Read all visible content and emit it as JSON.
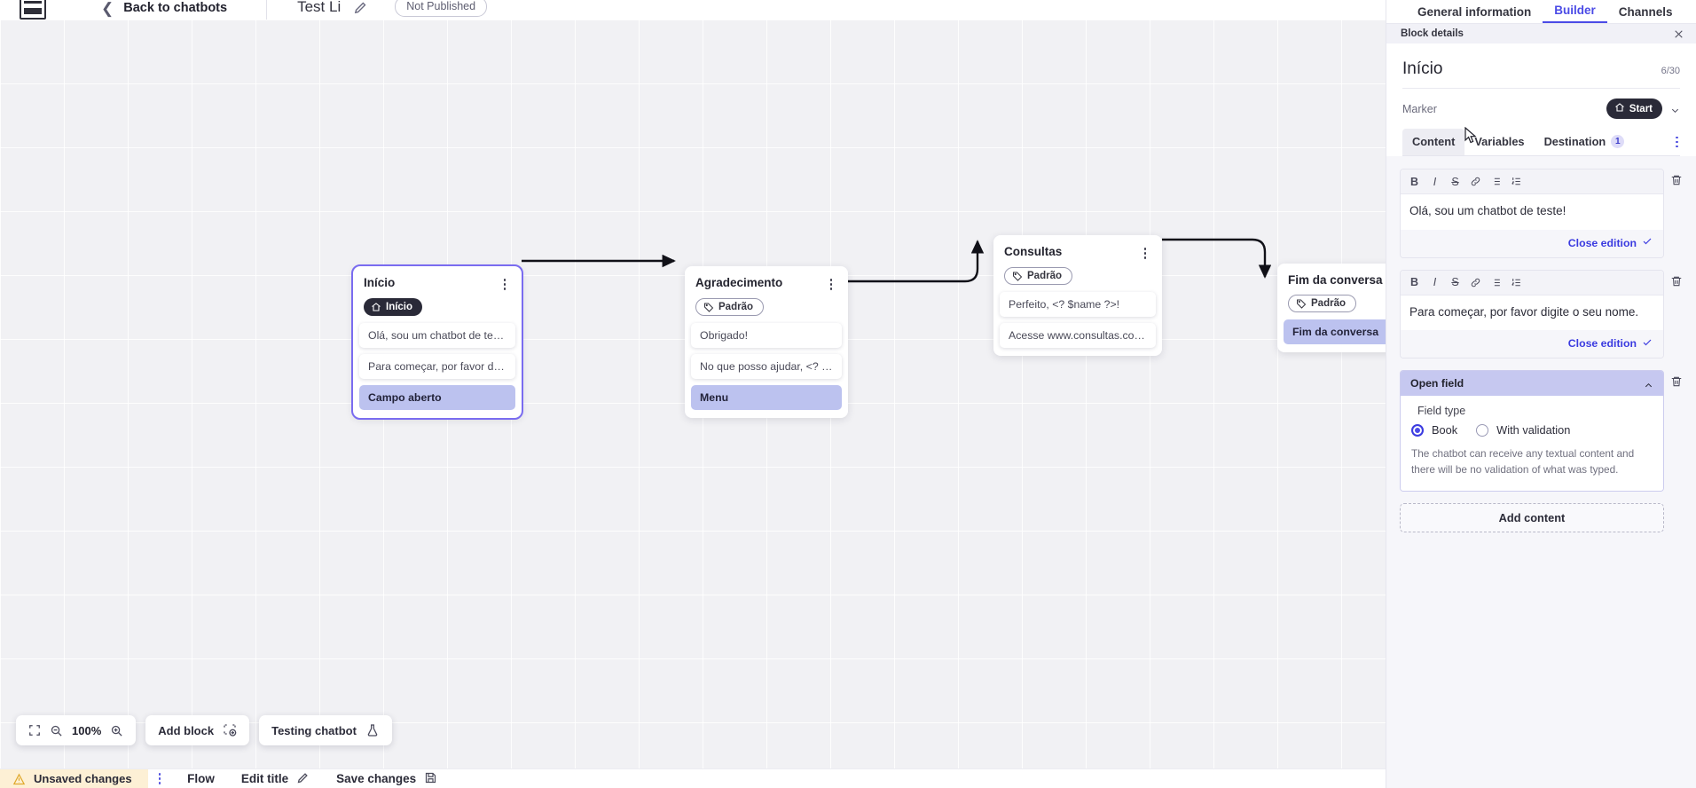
{
  "topbar": {
    "logo_name": "app-logo",
    "back_label": "Back to chatbots",
    "bot_title": "Test Li",
    "status_badge": "Not Published"
  },
  "panel": {
    "tabs": [
      {
        "label": "General information",
        "active": false
      },
      {
        "label": "Builder",
        "active": true
      },
      {
        "label": "Channels",
        "active": false
      }
    ],
    "subhead_title": "Block details",
    "block_title": "Início",
    "char_count": "6/30",
    "marker_label": "Marker",
    "marker_value": "Start",
    "content_tabs": [
      {
        "label": "Content",
        "badge": "",
        "active": true
      },
      {
        "label": "Variables",
        "badge": "",
        "active": false
      },
      {
        "label": "Destination",
        "badge": "1",
        "active": false
      }
    ],
    "editors": [
      {
        "text": "Olá, sou um chatbot de teste!",
        "close_label": "Close edition",
        "toolbar": [
          "B",
          "I",
          "S",
          "link",
          "bullet-list",
          "numbered-list"
        ]
      },
      {
        "text": "Para começar, por favor digite o seu nome.",
        "close_label": "Close edition",
        "toolbar": [
          "B",
          "I",
          "S",
          "link",
          "bullet-list",
          "numbered-list"
        ]
      }
    ],
    "open_field": {
      "header": "Open field",
      "field_type_label": "Field type",
      "options": [
        {
          "label": "Book",
          "selected": true
        },
        {
          "label": "With validation",
          "selected": false
        }
      ],
      "description": "The chatbot can receive any textual content and there will be no validation of what was typed."
    },
    "add_content_label": "Add content"
  },
  "canvas": {
    "zoom_level": "100%",
    "tools": [
      {
        "label": "Add block",
        "icon": "add-block-icon"
      },
      {
        "label": "Testing chatbot",
        "icon": "flask-icon"
      }
    ],
    "nodes": [
      {
        "id": "inicio",
        "title": "Início",
        "tag": "Início",
        "tag_type": "start",
        "selected": true,
        "messages": [
          {
            "text": "Olá, sou um chatbot de teste!",
            "highlight": false
          },
          {
            "text": "Para começar, por favor digite o ...",
            "highlight": false
          },
          {
            "text": "Campo aberto",
            "highlight": true
          }
        ]
      },
      {
        "id": "agradecimento",
        "title": "Agradecimento",
        "tag": "Padrão",
        "tag_type": "default",
        "selected": false,
        "messages": [
          {
            "text": "Obrigado!",
            "highlight": false
          },
          {
            "text": "No que posso ajudar, <? $name ...",
            "highlight": false
          },
          {
            "text": "Menu",
            "highlight": true
          }
        ]
      },
      {
        "id": "consultas",
        "title": "Consultas",
        "tag": "Padrão",
        "tag_type": "default",
        "selected": false,
        "messages": [
          {
            "text": "Perfeito, <? $name ?>!",
            "highlight": false
          },
          {
            "text": "Acesse www.consultas.com par...",
            "highlight": false
          }
        ]
      },
      {
        "id": "fim",
        "title": "Fim da conversa",
        "tag": "Padrão",
        "tag_type": "default",
        "selected": false,
        "messages": [
          {
            "text": "Fim da conversa",
            "highlight": true
          }
        ]
      }
    ]
  },
  "footer": {
    "unsaved_label": "Unsaved changes",
    "items": [
      {
        "label": "Flow",
        "icon": ""
      },
      {
        "label": "Edit title",
        "icon": "pencil-icon"
      },
      {
        "label": "Save changes",
        "icon": "save-icon"
      }
    ]
  },
  "colors": {
    "accent": "#4b4be6",
    "highlight": "#bcc2ef",
    "warn_bg": "#fdf0d5",
    "dark_pill": "#2a2a38"
  }
}
